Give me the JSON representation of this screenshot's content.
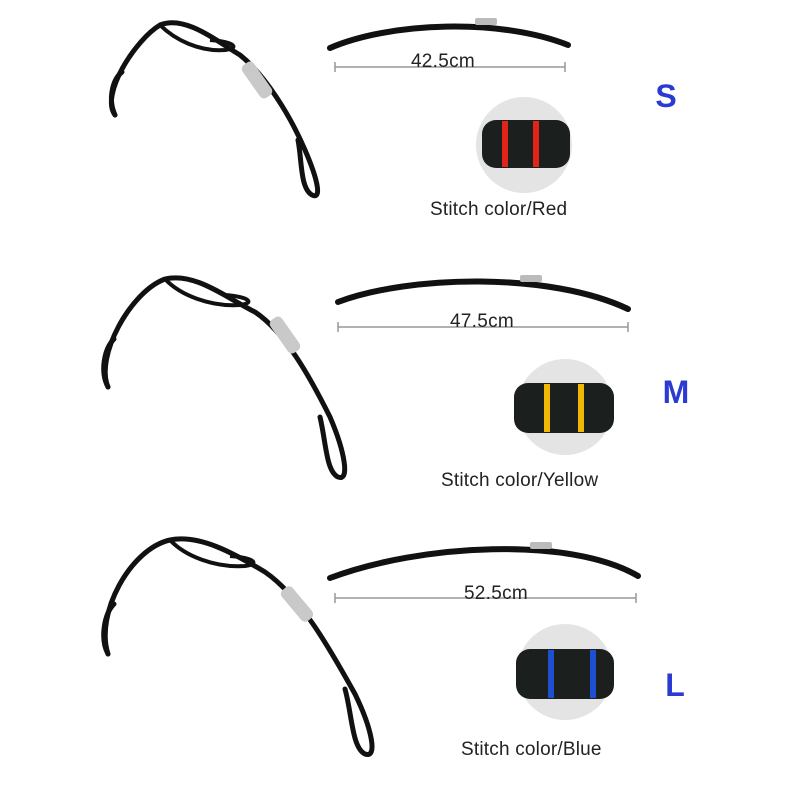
{
  "sizes": [
    {
      "size": "S",
      "length": "42.5cm",
      "stitch": "Stitch color/Red",
      "stitch_hex": "#e2231a"
    },
    {
      "size": "M",
      "length": "47.5cm",
      "stitch": "Stitch color/Yellow",
      "stitch_hex": "#f2b705"
    },
    {
      "size": "L",
      "length": "52.5cm",
      "stitch": "Stitch color/Blue",
      "stitch_hex": "#1f4fd1"
    }
  ],
  "colors": {
    "strap": "#111111",
    "size_letter": "#2b3bd1"
  }
}
